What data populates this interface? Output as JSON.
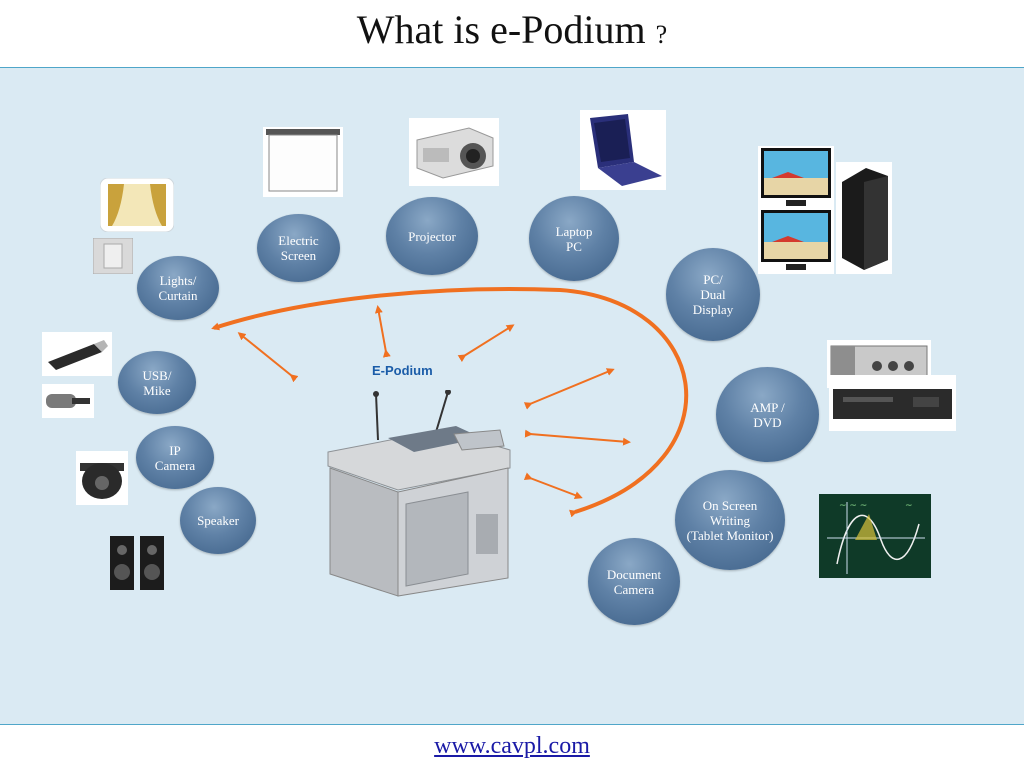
{
  "slide": {
    "title": "What is e-Podium",
    "title_mark": "?",
    "footer_link": "www.cavpl.com"
  },
  "center": {
    "label": "E-Podium"
  },
  "bubbles": [
    {
      "label": "Electric\nScreen"
    },
    {
      "label": "Projector"
    },
    {
      "label": "Laptop\nPC"
    },
    {
      "label": "Lights/\nCurtain"
    },
    {
      "label": "PC/\nDual\nDisplay"
    },
    {
      "label": "USB/\nMike"
    },
    {
      "label": "AMP /\nDVD"
    },
    {
      "label": "IP\nCamera"
    },
    {
      "label": "Speaker"
    },
    {
      "label": "On Screen\nWriting\n(Tablet Monitor)"
    },
    {
      "label": "Document\nCamera"
    }
  ],
  "colors": {
    "arrow": "#f07020",
    "bubble": "#5f81a6",
    "divider": "#4fa6c9",
    "link": "#1a1aa6"
  }
}
